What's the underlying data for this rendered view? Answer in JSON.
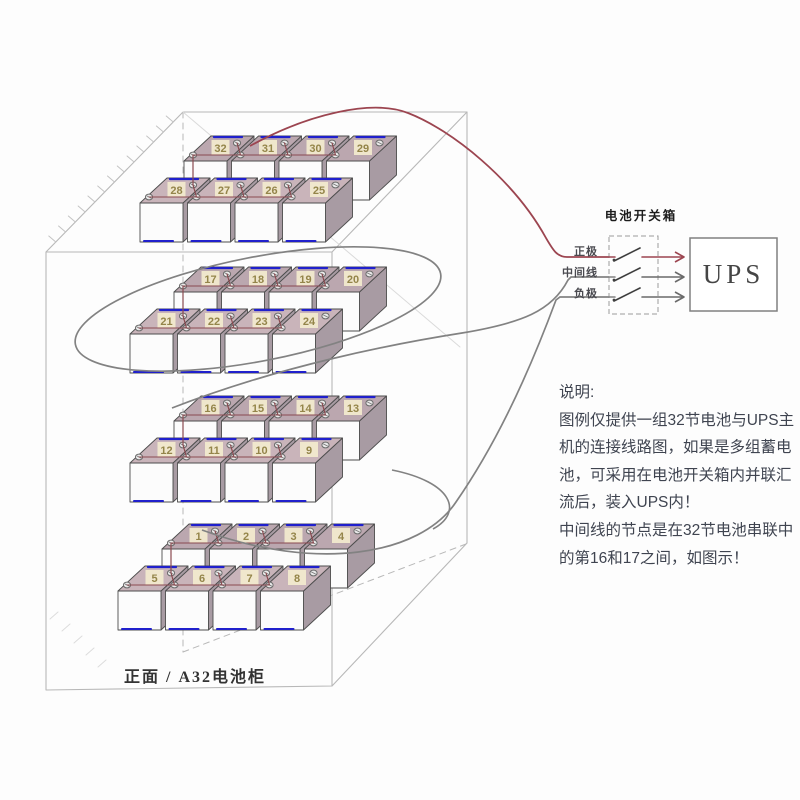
{
  "switch_box": {
    "title": "电池开关箱",
    "wires": [
      {
        "label": "正极"
      },
      {
        "label": "中间线"
      },
      {
        "label": "负极"
      }
    ]
  },
  "ups": {
    "label": "UPS"
  },
  "notes": {
    "lines": [
      "说明:",
      "图例仅提供一组32节电池与UPS主",
      "机的连接线路图，如果是多组蓄电",
      "池，可采用在电池开关箱内并联汇",
      "流后，装入UPS内！",
      "中间线的节点是在32节电池串联中",
      "的第16和17之间，如图示！"
    ]
  },
  "cabinet": {
    "label": "正面 / A32电池柜",
    "shelves": [
      {
        "back": [
          32,
          31,
          30,
          29
        ],
        "front": [
          28,
          27,
          26,
          25
        ]
      },
      {
        "back": [
          17,
          18,
          19,
          20
        ],
        "front": [
          21,
          22,
          23,
          24
        ]
      },
      {
        "back": [
          16,
          15,
          14,
          13
        ],
        "front": [
          12,
          11,
          10,
          9
        ]
      },
      {
        "back": [
          1,
          2,
          3,
          4
        ],
        "front": [
          5,
          6,
          7,
          8
        ]
      }
    ]
  },
  "colors": {
    "wire_positive": "#9c4550",
    "wire_gray": "#828282",
    "wire_inner": "#8a4a50",
    "outline": "#b8b8b8",
    "battery_top_front_row": "#c9b4ba",
    "battery_top_back_row": "#bba7af",
    "battery_side": "#a89ba3",
    "battery_front": "#fcfcfc",
    "label_bg": "#f3ecce",
    "label_text": "#94854a",
    "terminal_blue": "#2020cc",
    "arrow_gray": "#6a6a6a",
    "blade": "#3f3f3f"
  }
}
